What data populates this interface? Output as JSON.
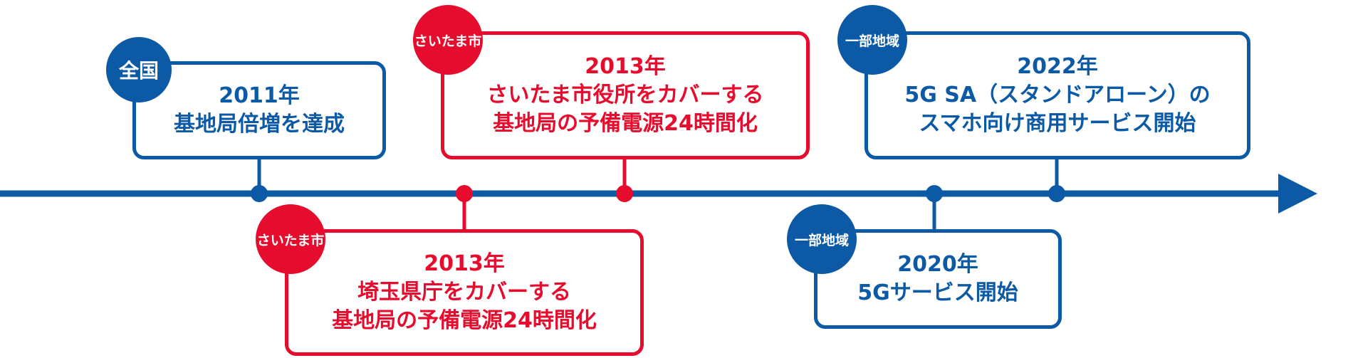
{
  "colors": {
    "blue": "#0c5aa5",
    "red": "#e60c2d",
    "background": "#ffffff"
  },
  "milestones": [
    {
      "badge": "全国",
      "color": "blue",
      "lines": [
        "2011年",
        "基地局倍増を達成"
      ]
    },
    {
      "badge": "さいたま市",
      "color": "red",
      "lines": [
        "2013年",
        "埼玉県庁をカバーする",
        "基地局の予備電源24時間化"
      ]
    },
    {
      "badge": "さいたま市",
      "color": "red",
      "lines": [
        "2013年",
        "さいたま市役所をカバーする",
        "基地局の予備電源24時間化"
      ]
    },
    {
      "badge": "一部地域",
      "color": "blue",
      "lines": [
        "2020年",
        "5Gサービス開始"
      ]
    },
    {
      "badge": "一部地域",
      "color": "blue",
      "lines": [
        "2022年",
        "5G SA（スタンドアローン）の",
        "スマホ向け商用サービス開始"
      ]
    }
  ]
}
